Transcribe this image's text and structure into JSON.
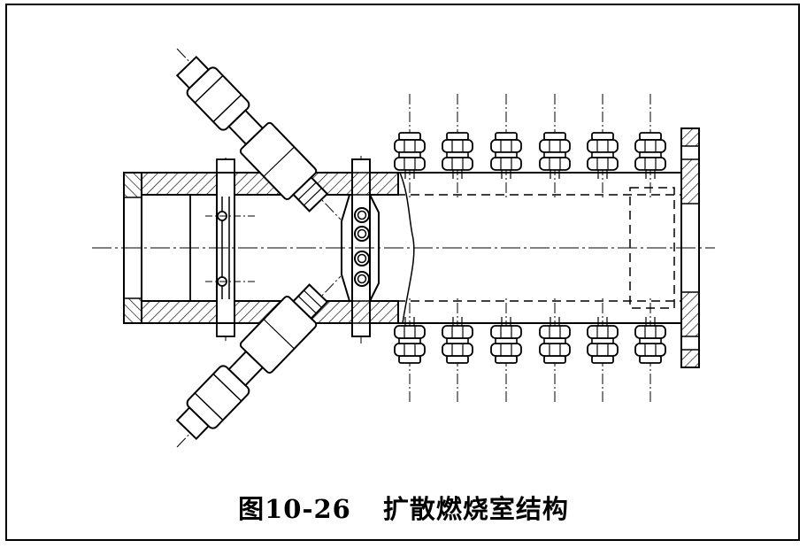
{
  "figure": {
    "number": "图10-26",
    "title": "扩散燃烧室结构"
  },
  "colors": {
    "ink": "#000000",
    "paper": "#ffffff"
  },
  "bolts": {
    "count_per_row": 6
  }
}
